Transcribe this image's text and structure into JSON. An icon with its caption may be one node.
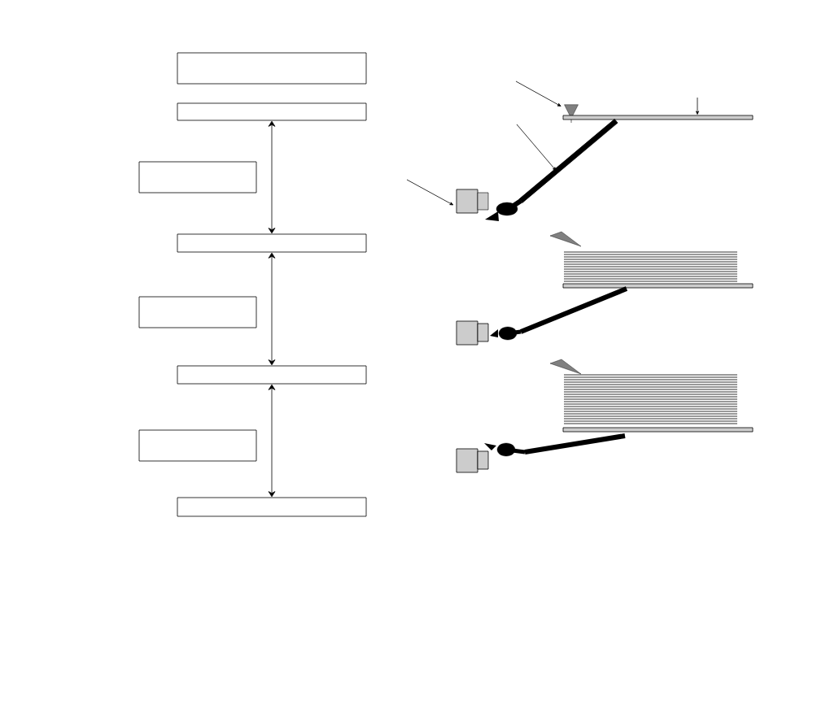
{
  "diagram": {
    "nodes": [
      {
        "text": [],
        "shape": "box"
      },
      {
        "text": [],
        "shape": "box"
      },
      {
        "text": [],
        "shape": "box"
      },
      {
        "text": [],
        "shape": "box"
      },
      {
        "text": [],
        "shape": "box"
      },
      {
        "text": [],
        "shape": "box"
      },
      {
        "text": [],
        "shape": "box"
      },
      {
        "text": [],
        "shape": "box"
      },
      {
        "text": [],
        "shape": "triangle"
      },
      {
        "text": [],
        "shape": "bar"
      },
      {
        "text": [],
        "shape": "bar"
      },
      {
        "text": [],
        "shape": "box"
      }
    ],
    "edges": [
      {
        "from": 1,
        "to": 3,
        "arrow": "both"
      },
      {
        "from": 3,
        "to": 5,
        "arrow": "both"
      },
      {
        "from": 5,
        "to": 7,
        "arrow": "both"
      },
      {
        "from": null,
        "to": 8,
        "arrow": "to"
      },
      {
        "from": null,
        "to": 9,
        "arrow": "to"
      },
      {
        "from": null,
        "to": 10,
        "arrow": "to"
      },
      {
        "from": null,
        "to": 11,
        "arrow": "to"
      }
    ]
  }
}
